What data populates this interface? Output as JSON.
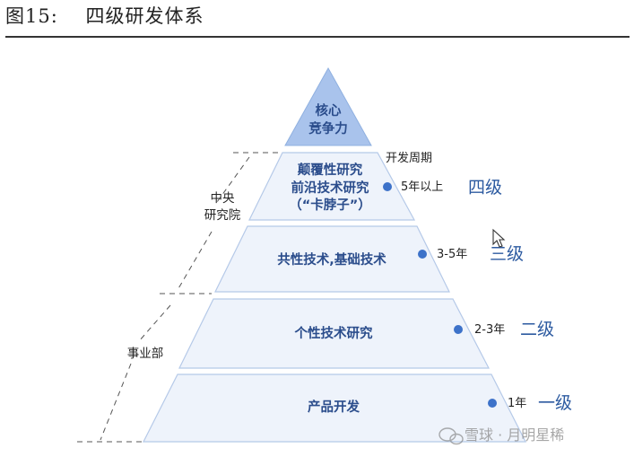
{
  "figure": {
    "title": "图15:    四级研发体系"
  },
  "pyramid": {
    "apex": {
      "line1": "核心",
      "line2": "竞争力"
    },
    "tiers": [
      {
        "lines": [
          "颠覆性研究",
          "前沿技术研究",
          "（“卡脖子”）"
        ],
        "period": "5年以上",
        "level": "四级"
      },
      {
        "lines": [
          "共性技术,基础技术"
        ],
        "period": "3-5年",
        "level": "三级"
      },
      {
        "lines": [
          "个性技术研究"
        ],
        "period": "2-3年",
        "level": "二级"
      },
      {
        "lines": [
          "产品开发"
        ],
        "period": "1年",
        "level": "一级"
      }
    ],
    "period_header": "开发周期"
  },
  "groups": {
    "central": {
      "line1": "中央",
      "line2": "研究院"
    },
    "business": "事业部"
  },
  "watermark": "雪球 · 月明星稀",
  "colors": {
    "apex_fill": "#a9c3ec",
    "apex_stroke": "#8fb0e0",
    "tier_fill": "#eef3fb",
    "tier_stroke": "#b5c9e8",
    "dot": "#3d72c9",
    "text_blue": "#2b4d8c",
    "level_blue": "#2c5aa0"
  },
  "icons": [
    "pointer-cursor-icon",
    "wechat-icon"
  ]
}
